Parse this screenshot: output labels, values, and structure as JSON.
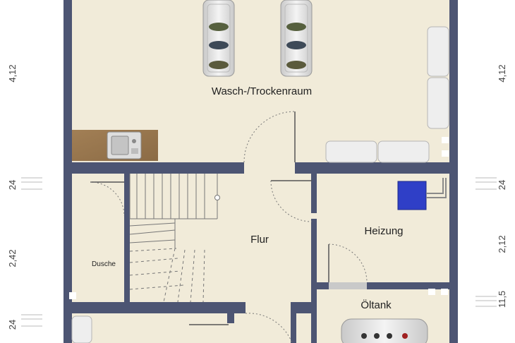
{
  "rooms": {
    "wasch": "Wasch-/Trockenraum",
    "flur": "Flur",
    "heizung": "Heizung",
    "dusche": "Dusche",
    "oeltank": "Öltank"
  },
  "dimensions": {
    "left": [
      "4,12",
      "24",
      "2,42",
      "24"
    ],
    "right": [
      "4,12",
      "24",
      "2,12",
      "11,5"
    ]
  },
  "colors": {
    "wall": "#4d5573",
    "floor": "#f1ebd9",
    "wood": "#9a7850"
  }
}
